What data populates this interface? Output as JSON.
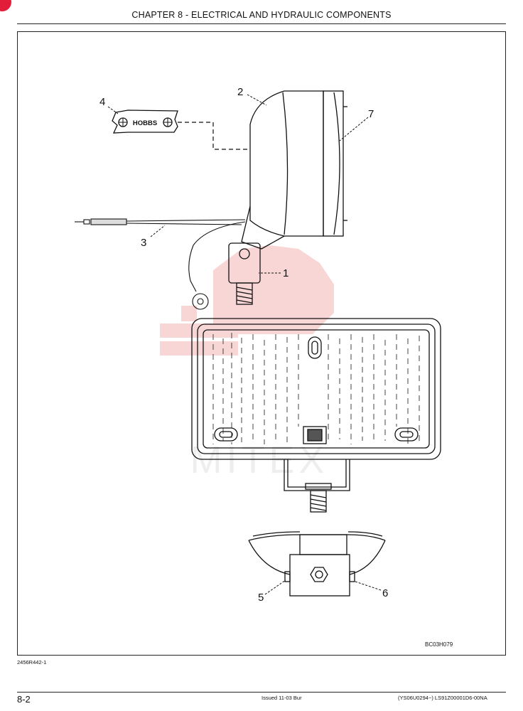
{
  "header": {
    "chapter_title": "CHAPTER 8 - ELECTRICAL AND HYDRAULIC COMPONENTS"
  },
  "figure": {
    "callouts": {
      "c1": "1",
      "c2": "2",
      "c3": "3",
      "c4": "4",
      "c5": "5",
      "c6": "6",
      "c7": "7"
    },
    "hour_meter_brand": "HOBBS",
    "watermark_text": "MITEX",
    "figure_code": "BC03H079",
    "document_ref": "2456R442-1"
  },
  "footer": {
    "page_number": "8-2",
    "issued": "Issued 11-03   Bur",
    "serial_ref": "(YS06U0294~)   LS91Z00001D6-00NA"
  }
}
